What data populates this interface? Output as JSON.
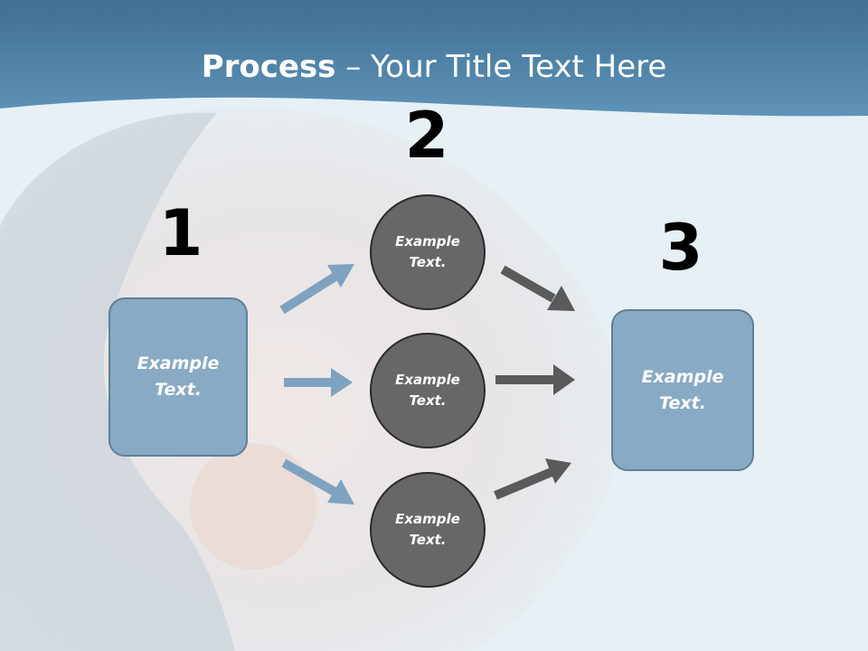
{
  "slide": {
    "title_bold": "Process",
    "title_rest": " – Your Title Text Here"
  },
  "steps": {
    "one": {
      "number": "1",
      "box_text": "Example Text."
    },
    "two": {
      "number": "2",
      "circles": [
        "Example Text.",
        "Example Text.",
        "Example Text."
      ]
    },
    "three": {
      "number": "3",
      "box_text": "Example Text."
    }
  },
  "colors": {
    "header": "#4d7fa2",
    "box_fill": "#88aac4",
    "circle_fill": "#676767",
    "arrow_blue": "#7ea3c0",
    "arrow_dark": "#5a5a5a"
  }
}
